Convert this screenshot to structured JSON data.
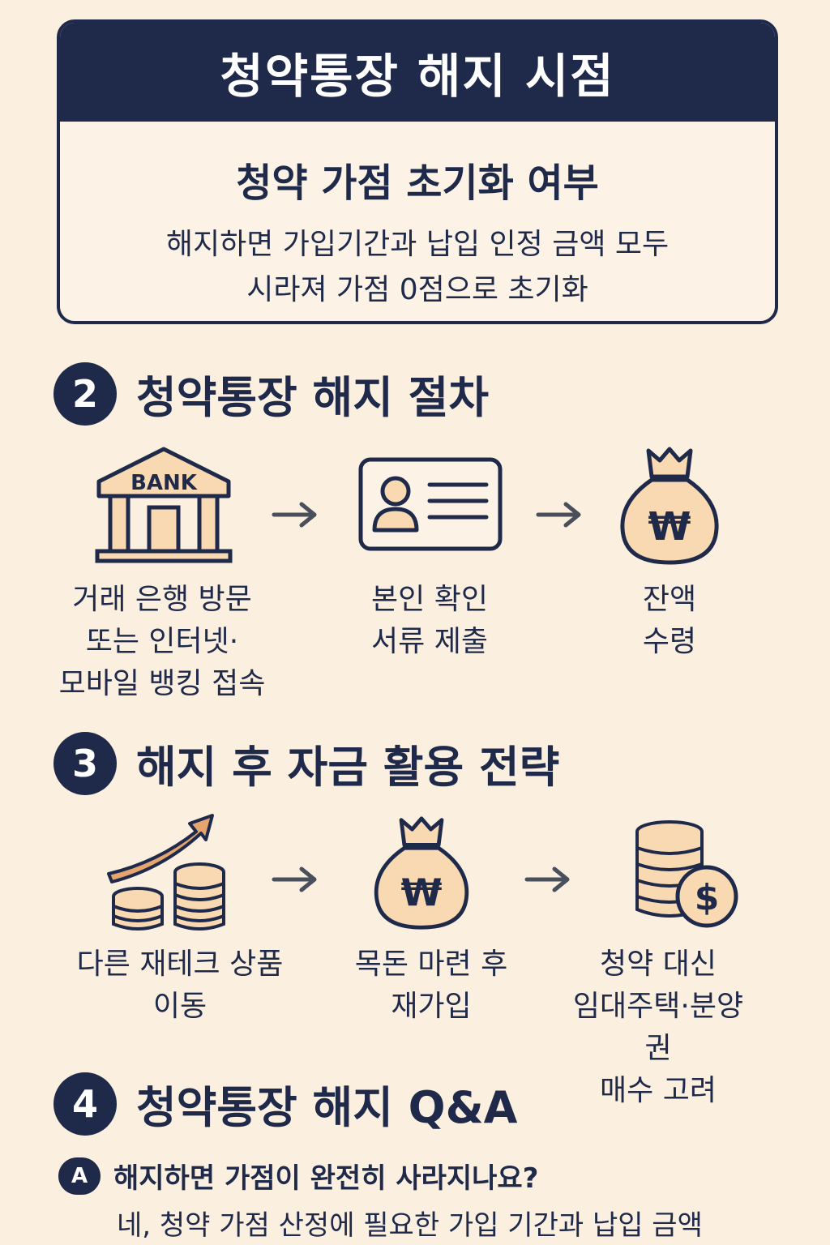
{
  "header": {
    "title": "청약통장 해지 시점",
    "subtitle": "청약 가점 초기화 여부",
    "body_line1": "해지하면 가입기간과 납입 인정 금액 모두",
    "body_line2": "시라져 가점 0점으로 초기화"
  },
  "section2": {
    "number": "2",
    "title": "청약통장 해지 절차",
    "steps": [
      {
        "icon": "bank-icon",
        "icon_text": "BANK",
        "label": "거래 은행 방문\n또는 인터넷·\n모바일 뱅킹 접속"
      },
      {
        "icon": "id-card-icon",
        "label": "본인 확인\n서류 제출"
      },
      {
        "icon": "money-bag-icon",
        "icon_text": "₩",
        "label": "잔액\n수령"
      }
    ]
  },
  "section3": {
    "number": "3",
    "title": "해지 후 자금 활용 전략",
    "steps": [
      {
        "icon": "growth-coins-icon",
        "label": "다른 재테크 상품\n이동"
      },
      {
        "icon": "money-bag-icon",
        "icon_text": "₩",
        "label": "목돈 마련 후\n재가입"
      },
      {
        "icon": "coin-stack-dollar-icon",
        "icon_text": "$",
        "label": "청약 대신\n임대주택·분양권\n매수 고려"
      }
    ]
  },
  "section4": {
    "number": "4",
    "title": "청약통장 해지 Q&A",
    "badge": "A",
    "question": "해지하면 가점이 완전히 사라지나요?",
    "answer": "네, 청약 가점 산정에 필요한 가입 기간과 납입 금액"
  },
  "colors": {
    "navy": "#1f2a4a",
    "background": "#fbefe0",
    "icon_fill": "#f8d9b2",
    "accent": "#e6a56f"
  }
}
